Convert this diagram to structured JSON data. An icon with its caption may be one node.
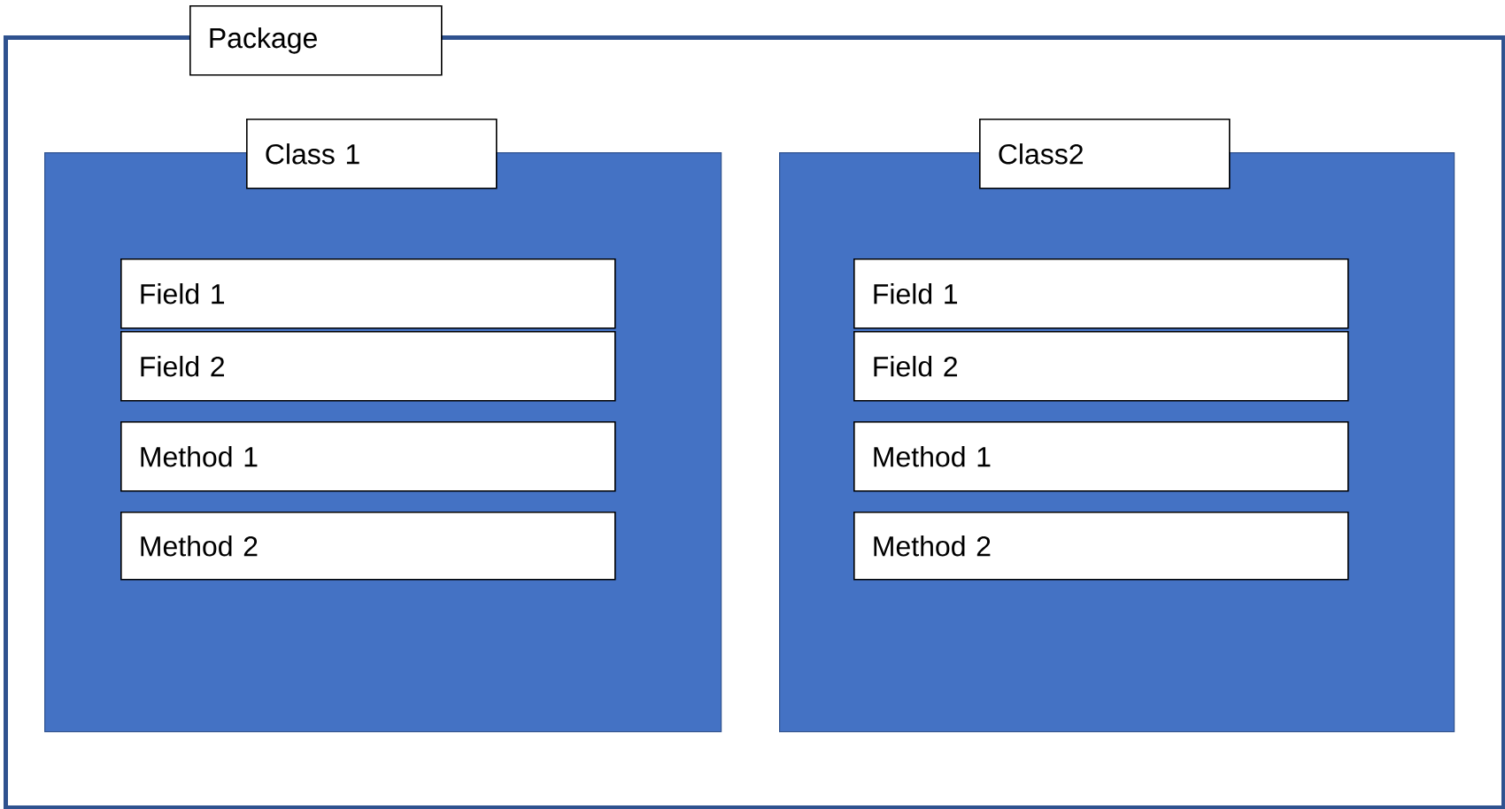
{
  "diagram": {
    "nodes": [
      {
        "text": [
          "Package"
        ]
      },
      {
        "text": [
          "Class 1"
        ],
        "in": 0
      },
      {
        "text": [
          "Field 1"
        ],
        "in": 1
      },
      {
        "text": [
          "Field 2"
        ],
        "in": 1
      },
      {
        "text": [
          "Method 1"
        ],
        "in": 1
      },
      {
        "text": [
          "Method 2"
        ],
        "in": 1
      },
      {
        "text": [
          "Class2"
        ],
        "in": 0
      },
      {
        "text": [
          "Field 1"
        ],
        "in": 6
      },
      {
        "text": [
          "Field 2"
        ],
        "in": 6
      },
      {
        "text": [
          "Method 1"
        ],
        "in": 6
      },
      {
        "text": [
          "Method 2"
        ],
        "in": 6
      }
    ]
  }
}
